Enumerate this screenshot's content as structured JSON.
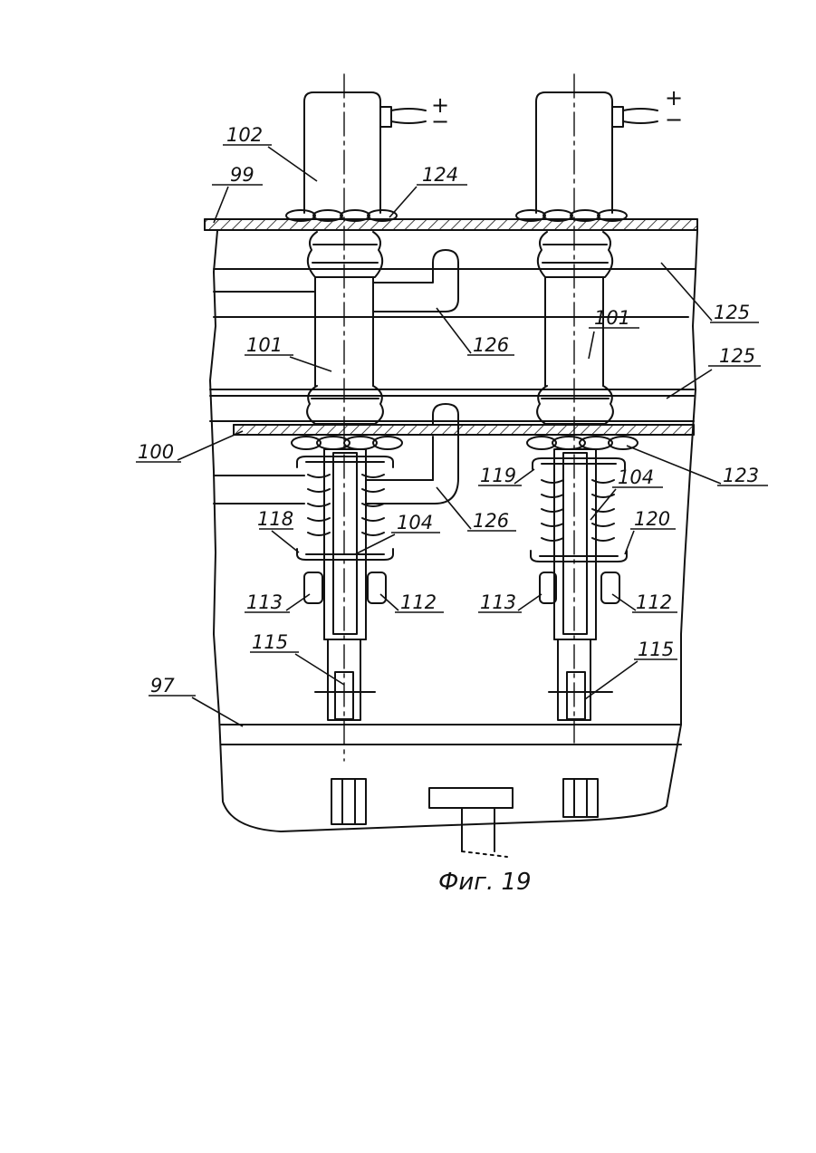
{
  "figure": {
    "caption": "Фиг. 19",
    "polarity": {
      "plus": "+",
      "minus": "−"
    },
    "labels": {
      "l102": "102",
      "l99": "99",
      "l124": "124",
      "l125a": "125",
      "l125b": "125",
      "l126a": "126",
      "l126b": "126",
      "l101a": "101",
      "l101b": "101",
      "l100": "100",
      "l123": "123",
      "l119": "119",
      "l104a": "104",
      "l104b": "104",
      "l118": "118",
      "l120": "120",
      "l113a": "113",
      "l112a": "112",
      "l113b": "113",
      "l112b": "112",
      "l115a": "115",
      "l115b": "115",
      "l97": "97"
    }
  },
  "colors": {
    "ink": "#111111",
    "background": "#ffffff"
  }
}
